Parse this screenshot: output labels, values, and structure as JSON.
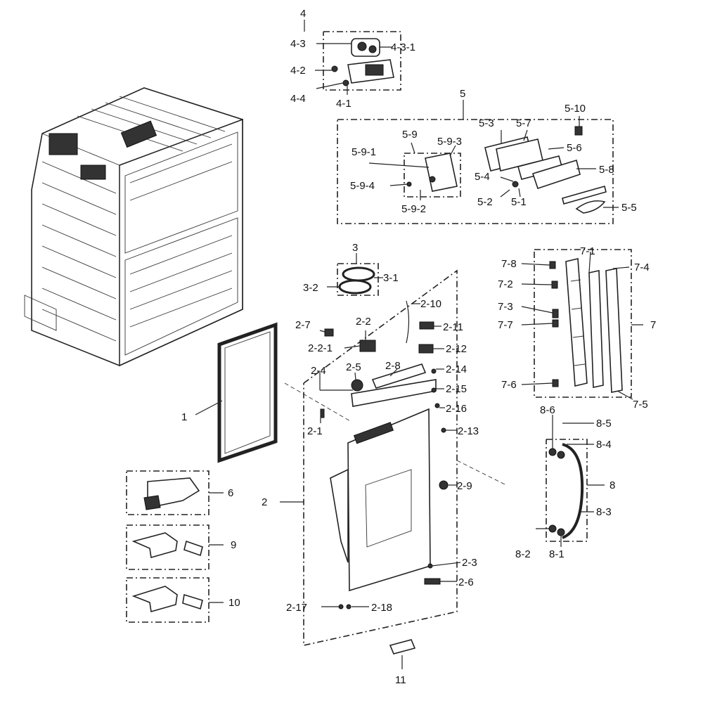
{
  "labels": {
    "l1": "1",
    "l2": "2",
    "l2_1": "2-1",
    "l2_2": "2-2",
    "l2_2_1": "2-2-1",
    "l2_3": "2-3",
    "l2_4": "2-4",
    "l2_5": "2-5",
    "l2_6": "2-6",
    "l2_7": "2-7",
    "l2_8": "2-8",
    "l2_9": "2-9",
    "l2_10": "2-10",
    "l2_11": "2-11",
    "l2_12": "2-12",
    "l2_13": "2-13",
    "l2_14": "2-14",
    "l2_15": "2-15",
    "l2_16": "2-16",
    "l2_17": "2-17",
    "l2_18": "2-18",
    "l3": "3",
    "l3_1": "3-1",
    "l3_2": "3-2",
    "l4": "4",
    "l4_1": "4-1",
    "l4_2": "4-2",
    "l4_3": "4-3",
    "l4_3_1": "4-3-1",
    "l4_4": "4-4",
    "l5": "5",
    "l5_1": "5-1",
    "l5_2": "5-2",
    "l5_3": "5-3",
    "l5_4": "5-4",
    "l5_5": "5-5",
    "l5_6": "5-6",
    "l5_7": "5-7",
    "l5_8": "5-8",
    "l5_9": "5-9",
    "l5_9_1": "5-9-1",
    "l5_9_2": "5-9-2",
    "l5_9_3": "5-9-3",
    "l5_9_4": "5-9-4",
    "l5_10": "5-10",
    "l6": "6",
    "l7": "7",
    "l7_1": "7-1",
    "l7_2": "7-2",
    "l7_3": "7-3",
    "l7_4": "7-4",
    "l7_5": "7-5",
    "l7_6": "7-6",
    "l7_7": "7-7",
    "l7_8": "7-8",
    "l8": "8",
    "l8_1": "8-1",
    "l8_2": "8-2",
    "l8_3": "8-3",
    "l8_4": "8-4",
    "l8_5": "8-5",
    "l8_6": "8-6",
    "l9": "9",
    "l10": "10",
    "l11": "11"
  }
}
